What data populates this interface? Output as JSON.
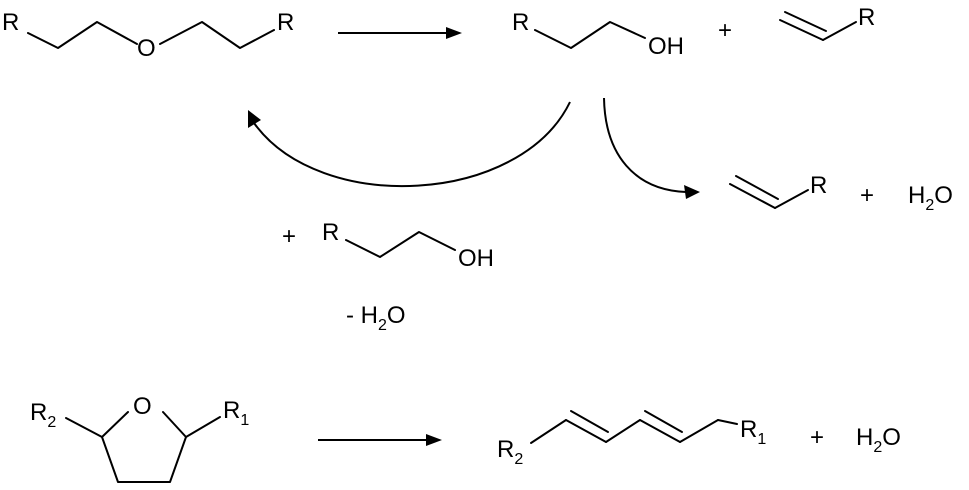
{
  "scheme_top": {
    "ether": {
      "r_left": "R",
      "oxygen": "O",
      "r_right": "R"
    },
    "alcohol": {
      "r": "R",
      "oh": "OH"
    },
    "plus_1": "+",
    "alkene": {
      "r": "R"
    },
    "product_alkene": {
      "r": "R"
    },
    "plus_2": "+",
    "water": {
      "h": "H",
      "sub": "2",
      "o": "O"
    },
    "reagent": {
      "plus": "+",
      "r": "R",
      "oh": "OH",
      "minus_water": {
        "prefix": "- H",
        "sub": "2",
        "o": "O"
      }
    }
  },
  "scheme_bottom": {
    "thf": {
      "r2": "R",
      "r2_sub": "2",
      "oxygen": "O",
      "r1": "R",
      "r1_sub": "1"
    },
    "diene": {
      "r2": "R",
      "r2_sub": "2",
      "r1": "R",
      "r1_sub": "1"
    },
    "plus": "+",
    "water": {
      "h": "H",
      "sub": "2",
      "o": "O"
    }
  }
}
